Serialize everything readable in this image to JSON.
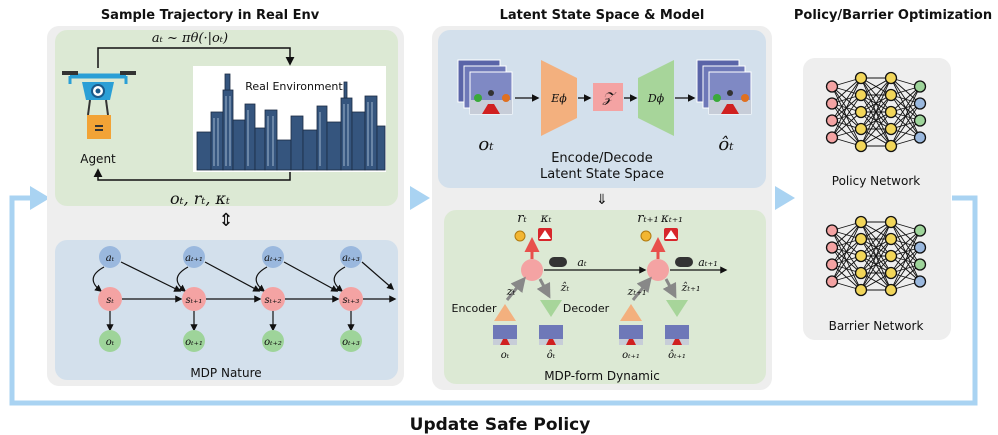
{
  "headers": {
    "sample": "Sample Trajectory in Real Env",
    "latent": "Latent State Space & Model",
    "policy": "Policy/Barrier Optimization"
  },
  "footer": "Update Safe Policy",
  "real_env": {
    "policy_eq": "aₜ ~ πθ(·|oₜ)",
    "agent": "Agent",
    "env": "Real Environment",
    "obs": "oₜ, rₜ, κₜ"
  },
  "mdp": {
    "title": "MDP Nature",
    "a": [
      "aₜ",
      "aₜ₊₁",
      "aₜ₊₂",
      "aₜ₊₃"
    ],
    "s": [
      "sₜ",
      "sₜ₊₁",
      "sₜ₊₂",
      "sₜ₊₃"
    ],
    "o": [
      "oₜ",
      "oₜ₊₁",
      "oₜ₊₂",
      "oₜ₊₃"
    ]
  },
  "latent": {
    "o": "oₜ",
    "ohat": "ôₜ",
    "enc": "Eϕ",
    "z": "𝒵",
    "dec": "Dϕ",
    "caption1": "Encode/Decode",
    "caption2": "Latent State Space"
  },
  "dynamic": {
    "title": "MDP-form Dynamic",
    "encoder": "Encoder",
    "decoder": "Decoder",
    "r": [
      "rₜ",
      "rₜ₊₁"
    ],
    "k": [
      "κₜ",
      "κₜ₊₁"
    ],
    "a": [
      "aₜ",
      "aₜ₊₁"
    ],
    "z": [
      "zₜ",
      "zₜ₊₁"
    ],
    "zhat": [
      "ẑₜ",
      "ẑₜ₊₁"
    ],
    "o": [
      "oₜ",
      "oₜ₊₁"
    ],
    "ohat": [
      "ôₜ",
      "ôₜ₊₁"
    ]
  },
  "networks": {
    "policy": "Policy Network",
    "barrier": "Barrier Network"
  },
  "colors": {
    "panel": "#eeeeee",
    "green_panel": "#dce9d4",
    "blue_panel": "#d3e0ec",
    "feedback_arrow": "#a9d3f2",
    "encoder": "#f3b07e",
    "decoder": "#a7d59a",
    "node_red": "#f4a3a3",
    "node_blue": "#9ab8de",
    "node_green": "#9ed49a"
  }
}
